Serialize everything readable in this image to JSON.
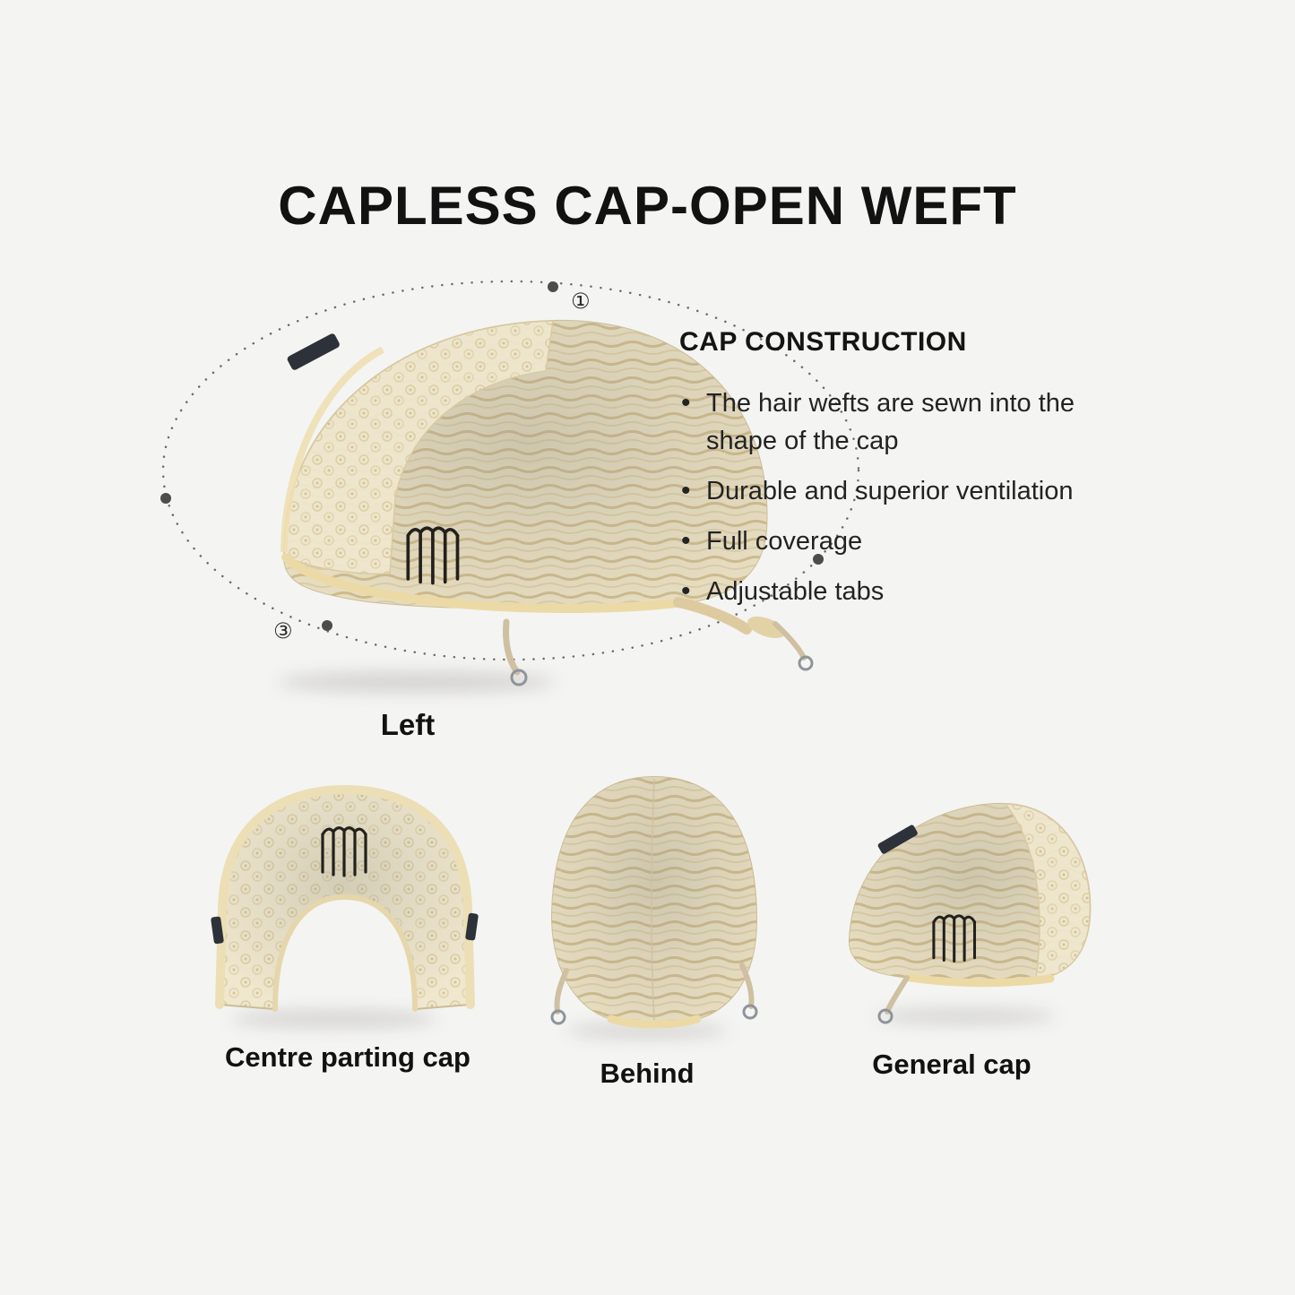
{
  "page": {
    "title": "CAPLESS CAP-OPEN WEFT",
    "background": "#f4f4f2"
  },
  "construction": {
    "heading": "CAP CONSTRUCTION",
    "bullets": [
      "The hair wefts are sewn into the shape of the cap",
      "Durable and superior ventilation",
      "Full coverage",
      "Adjustable tabs"
    ]
  },
  "figure": {
    "label": "Left",
    "markers": {
      "top_right": "①",
      "bottom_left": "③"
    }
  },
  "bottom_views": [
    {
      "label": "Centre parting cap"
    },
    {
      "label": "Behind"
    },
    {
      "label": "General cap"
    }
  ],
  "colors": {
    "cap_base": "#e6ddc1",
    "weft_stripe": "#cdbb8e",
    "lace": "#efe7ce",
    "trim": "#ecdaa6",
    "comb": "#23201c",
    "tab_clip": "#2d313a",
    "text": "#121212"
  }
}
